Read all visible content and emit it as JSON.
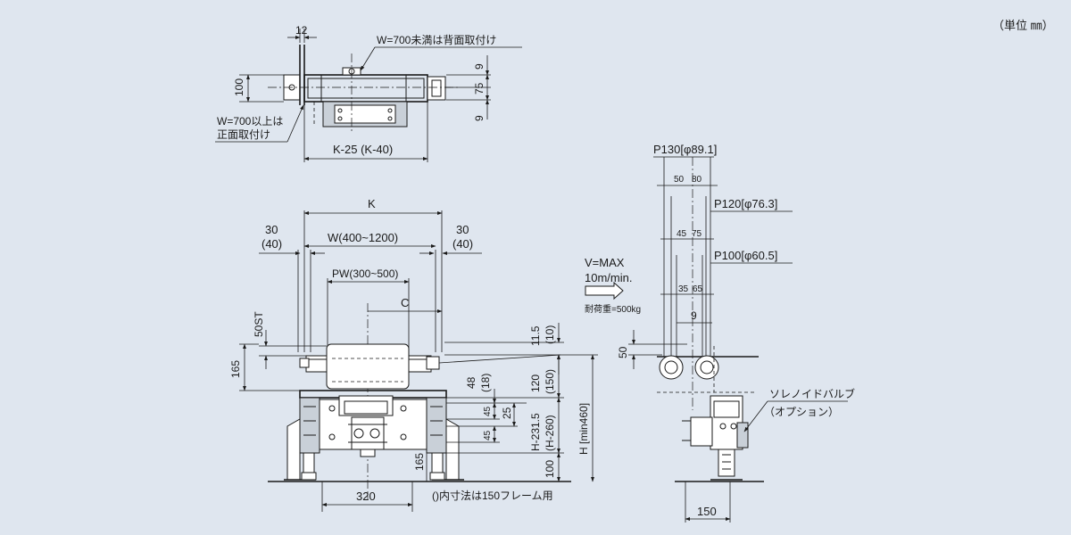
{
  "unit_note": "（単位 ㎜）",
  "top_view": {
    "dim_12": "12",
    "note_rear_mount": "W=700未満は背面取付け",
    "note_front_mount_1": "W=700以上は",
    "note_front_mount_2": "正面取付け",
    "dim_100": "100",
    "dim_9_top": "9",
    "dim_75": "75",
    "dim_9_bottom": "9",
    "dim_k25": "K-25 (K-40)"
  },
  "front_view": {
    "dim_k": "K",
    "dim_30_left": "30",
    "dim_40_left": "(40)",
    "dim_30_right": "30",
    "dim_40_right": "(40)",
    "dim_w": "W(400~1200)",
    "dim_pw": "PW(300~500)",
    "dim_c": "C",
    "dim_50st": "50ST",
    "dim_165_left": "165",
    "dim_11_5": "11.5",
    "dim_10": "(10)",
    "dim_120": "120",
    "dim_150": "(150)",
    "dim_48": "48",
    "dim_18": "(18)",
    "dim_45_a": "45",
    "dim_25": "25",
    "dim_45_b": "45",
    "dim_h231": "H-231.5",
    "dim_h260": "(H-260)",
    "dim_h": "H [min460]",
    "dim_165_bottom": "165",
    "dim_100": "100",
    "dim_320": "320",
    "note_150_frame": "()内寸法は150フレーム用"
  },
  "side_view": {
    "speed_1": "V=MAX",
    "speed_2": "10m/min.",
    "load": "耐荷重=500kg",
    "p130": "P130[φ89.1]",
    "dim_50": "50",
    "dim_80": "80",
    "p120": "P120[φ76.3]",
    "dim_45": "45",
    "dim_75": "75",
    "p100": "P100[φ60.5]",
    "dim_35": "35",
    "dim_65": "65",
    "dim_9": "9",
    "dim_50_side": "50",
    "solenoid": "ソレノイドバルブ",
    "option": "（オプション）",
    "dim_150": "150"
  }
}
